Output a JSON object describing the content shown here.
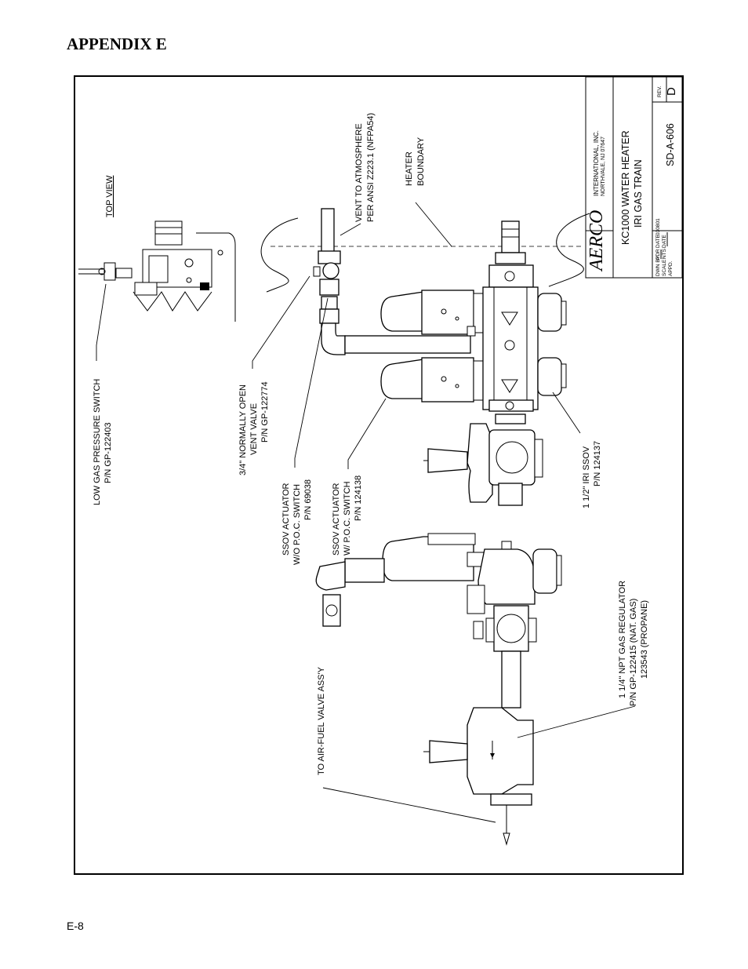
{
  "header": {
    "title": "APPENDIX E"
  },
  "footer": {
    "page_number": "E-8"
  },
  "drawing": {
    "labels": {
      "top_view": "TOP VIEW",
      "low_gas_1": "LOW GAS PRESSURE SWITCH",
      "low_gas_2": "P/N GP-122403",
      "vent_valve_1": "3/4\" NORMALLY OPEN",
      "vent_valve_2": "VENT VALVE",
      "vent_valve_3": "P/N GP-122774",
      "ssov_wo_1": "SSOV ACTUATOR",
      "ssov_wo_2": "W/O P.O.C. SWITCH",
      "ssov_wo_3": "P/N 69038",
      "ssov_w_1": "SSOV ACTUATOR",
      "ssov_w_2": "W/ P.O.C. SWITCH",
      "ssov_w_3": "P/N 124138",
      "vent_atm_1": "VENT TO ATMOSPHERE",
      "vent_atm_2": "PER ANSI Z223.1 (NFPA54)",
      "heater_1": "HEATER",
      "heater_2": "BOUNDARY",
      "iri_ssov_1": "1 1/2\" IRI SSOV",
      "iri_ssov_2": "P/N 124137",
      "regulator_1": "1 1/4\" NPT GAS REGULATOR",
      "regulator_2": "P/N  GP-122415 (NAT. GAS)",
      "regulator_3": "123543 (PROPANE)",
      "air_fuel": "TO AIR-FUEL VALVE ASS'Y"
    },
    "title_block": {
      "logo": "AERCO",
      "company_1": "INTERNATIONAL, INC.",
      "company_2": "NORTHVALE, NJ  07647",
      "title_1": "KC1000 WATER HEATER",
      "title_2": "IRI GAS TRAIN",
      "dwn_by_label": "DWN BY",
      "dwn_by_value": "PDR",
      "date_label_1": "DATE",
      "date_value_1": "030801",
      "scale_label": "SCALE",
      "scale_value": "NTS",
      "appd_label": "APPD.",
      "date_label_2": "DATE",
      "drawing_no": "SD-A-606",
      "rev_label": "REV.",
      "rev_value": "D"
    }
  }
}
